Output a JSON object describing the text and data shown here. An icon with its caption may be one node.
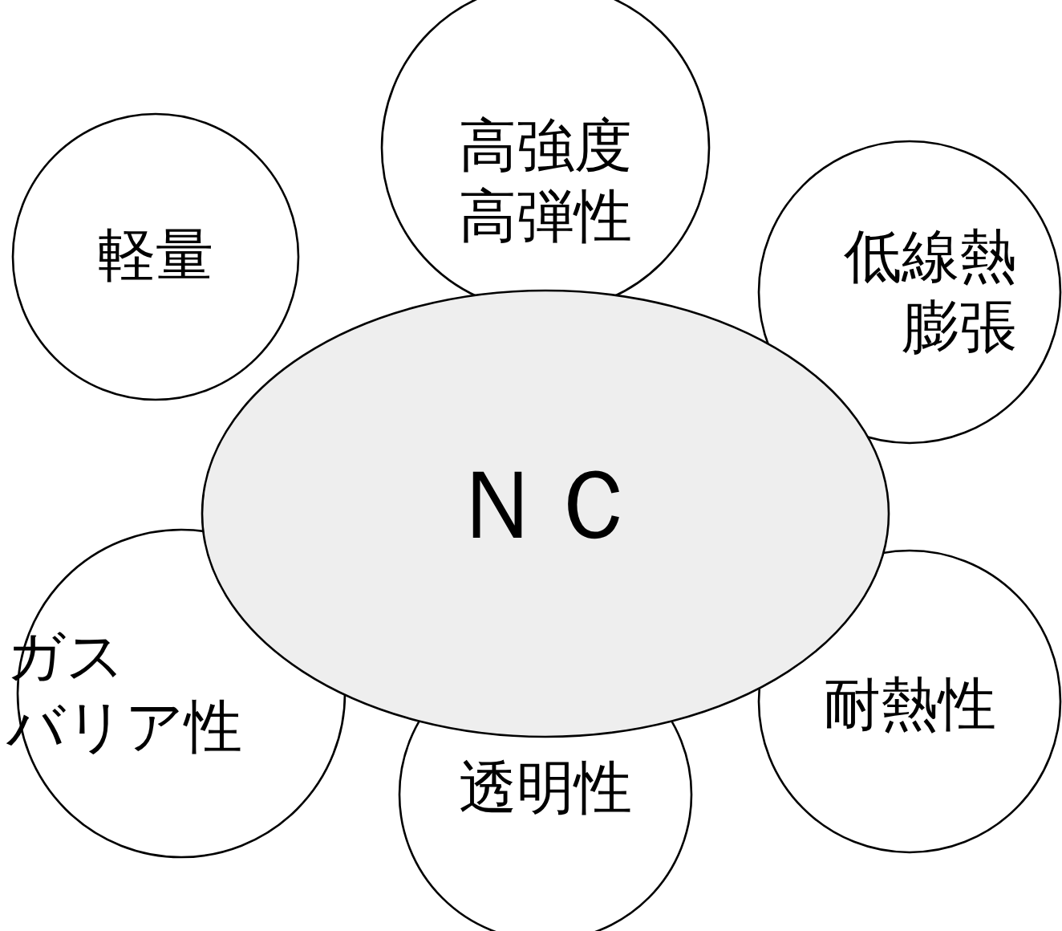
{
  "diagram": {
    "nodes": [
      {
        "text": [
          "高強度高弾性"
        ]
      },
      {
        "text": [
          "軽量"
        ]
      },
      {
        "text": [
          "低線熱膨張"
        ]
      },
      {
        "text": [
          "ＮＣ"
        ]
      },
      {
        "text": [
          "ガスバリア性"
        ]
      },
      {
        "text": [
          "耐熱性"
        ]
      },
      {
        "text": [
          "透明性"
        ]
      }
    ]
  }
}
